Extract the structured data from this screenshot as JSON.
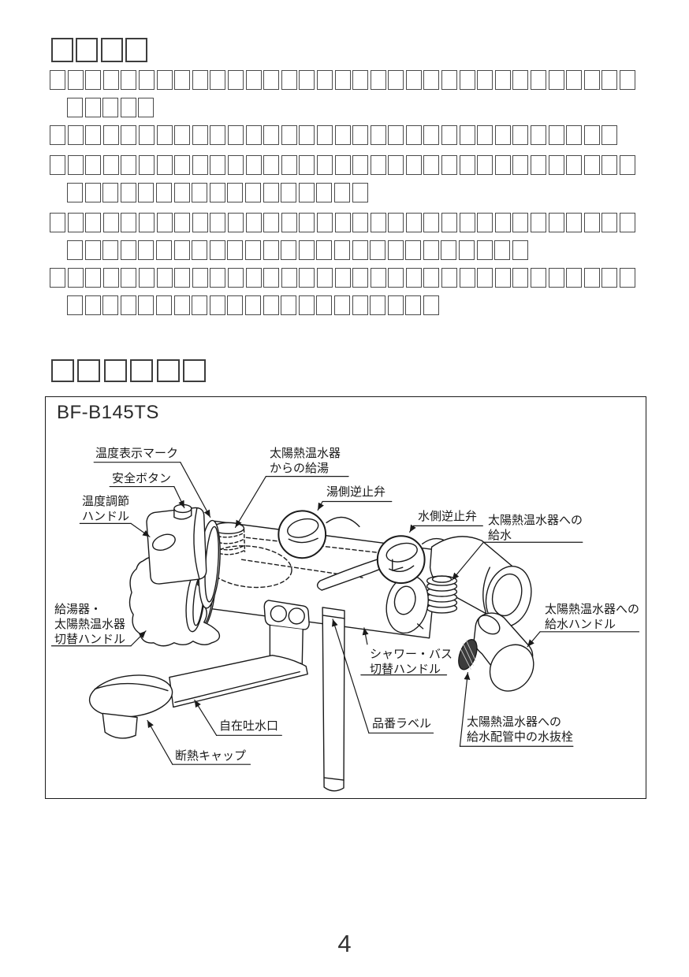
{
  "page": {
    "number": "4"
  },
  "redacted_text": {
    "title_box_count": 4,
    "body_rows_box_counts": [
      33,
      5,
      32,
      33,
      17,
      33,
      26,
      33,
      21
    ],
    "section_title_box_count": 6
  },
  "diagram": {
    "model": "BF-B145TS",
    "labels": {
      "temp_display_mark": "温度表示マーク",
      "safety_button": "安全ボタン",
      "temp_adjust_handle": "温度調節\nハンドル",
      "solar_hot_water_supply": "太陽熱温水器\nからの給湯",
      "hot_side_check_valve": "湯側逆止弁",
      "cold_side_check_valve": "水側逆止弁",
      "solar_water_supply": "太陽熱温水器への\n給水",
      "solar_water_supply_handle": "太陽熱温水器への\n給水ハンドル",
      "heater_solar_switch_handle": "給湯器・\n太陽熱温水器\n切替ハンドル",
      "shower_bath_switch_handle": "シャワー・バス\n切替ハンドル",
      "swivel_spout": "自在吐水口",
      "insulation_cap": "断熱キャップ",
      "product_number_label": "品番ラベル",
      "solar_supply_drain_plug": "太陽熱温水器への\n給水配管中の水抜栓"
    }
  }
}
